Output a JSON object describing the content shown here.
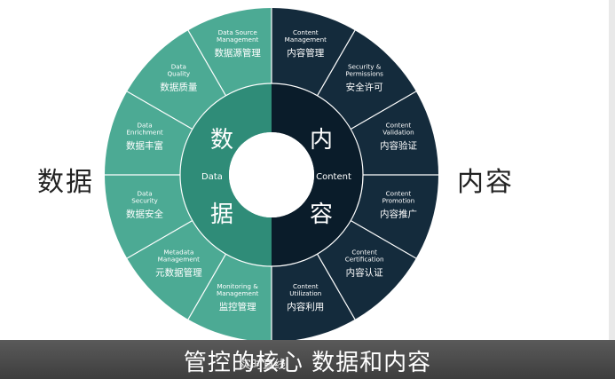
{
  "left_side": {
    "big_label": "数据",
    "ring_chars": [
      "数",
      "据"
    ],
    "center_word": "Data"
  },
  "right_side": {
    "big_label": "内容",
    "ring_chars": [
      "内",
      "容"
    ],
    "center_word": "Content"
  },
  "segments_left": [
    {
      "en": [
        "Monitoring &",
        "Management"
      ],
      "zh": "监控管理"
    },
    {
      "en": [
        "Metadata",
        "Management"
      ],
      "zh": "元数据管理"
    },
    {
      "en": [
        "Data",
        "Security"
      ],
      "zh": "数据安全"
    },
    {
      "en": [
        "Data",
        "Enrichment"
      ],
      "zh": "数据丰富"
    },
    {
      "en": [
        "Data",
        "Quality"
      ],
      "zh": "数据质量"
    },
    {
      "en": [
        "Data Source",
        "Management"
      ],
      "zh": "数据源管理"
    }
  ],
  "segments_right": [
    {
      "en": [
        "Content",
        "Management"
      ],
      "zh": "内容管理"
    },
    {
      "en": [
        "Security &",
        "Permissions"
      ],
      "zh": "安全许可"
    },
    {
      "en": [
        "Content",
        "Validation"
      ],
      "zh": "内容验证"
    },
    {
      "en": [
        "Content",
        "Promotion"
      ],
      "zh": "内容推广"
    },
    {
      "en": [
        "Content",
        "Certification"
      ],
      "zh": "内容认证"
    },
    {
      "en": [
        "Content",
        "Utilization"
      ],
      "zh": "内容利用"
    }
  ],
  "caption": "管控的核心 数据和内容",
  "sub_caption": "实时直线",
  "colors": {
    "data_outer": "#4caa94",
    "data_inner": "#2f8c78",
    "content_outer": "#142b3c",
    "content_inner": "#0a1c2a",
    "divider": "#ffffff",
    "center": "#ffffff"
  }
}
